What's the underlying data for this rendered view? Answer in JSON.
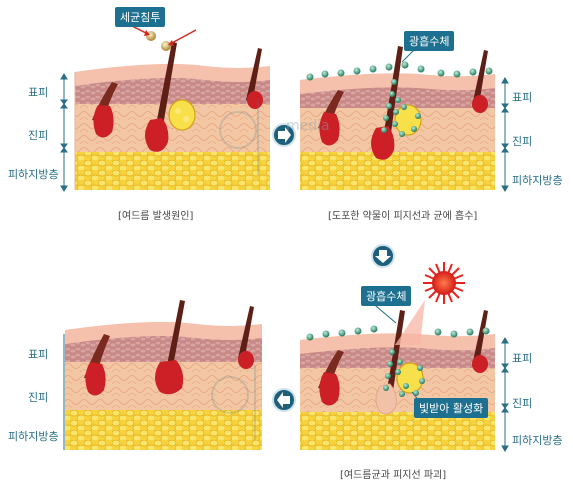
{
  "panels": {
    "top_left": {
      "caption": "[여드름 발생원인]",
      "callout": "세균침투",
      "labels": [
        "표피",
        "진피",
        "피하지방층"
      ]
    },
    "top_right": {
      "caption": "[도포한 약물이 피지선과 균에 흡수]",
      "callout": "광흡수체",
      "labels": [
        "표피",
        "진피",
        "피하지방층"
      ]
    },
    "bottom_right": {
      "caption": "[여드름균과 피지선 파괴]",
      "callout": "광흡수체",
      "activation": "빛받아 활성화",
      "labels": [
        "표피",
        "진피",
        "피하지방층"
      ]
    },
    "bottom_left": {
      "labels": [
        "표피",
        "진피",
        "피하지방층"
      ]
    }
  },
  "watermark": {
    "text": "media"
  },
  "colors": {
    "accent": "#1e7090",
    "label_text": "#2a6f86",
    "arrow_circle": "#1e5f7c",
    "fat": "#f2c41f",
    "dermis": "#f2c09a",
    "epidermis": "#d98d84",
    "follicle": "#cc1f26",
    "sun": "#e8241c",
    "particle": "#4a9a7c"
  }
}
